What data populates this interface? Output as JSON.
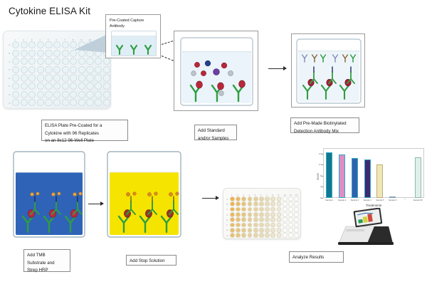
{
  "title": "Cytokine ELISA Kit",
  "captions": {
    "plate": "ELISA Plate  Pre-Coated for a\nCytokine with 96 Replicates\non an 8x12 96-Well Plate",
    "capture_antibody": "Pre-Coated Capture\nAntibody",
    "add_sample": "Add Standard\nand/or Samples",
    "detection_mix": "Add Pre-Made Biotinylated\nDetection Antibody Mix",
    "tmb": "Add TMB\nSubstrate and\nStrep HRP",
    "stop": "Add Stop Solution",
    "analyze": "Analyze Results"
  },
  "plate": {
    "rows": [
      "A",
      "B",
      "C",
      "D",
      "E",
      "F",
      "G",
      "H"
    ],
    "columns": [
      "1",
      "2",
      "3",
      "4",
      "5",
      "6",
      "7",
      "8",
      "9",
      "10",
      "11",
      "12"
    ]
  },
  "colors": {
    "well_fill": "#eaf4f7",
    "antibody_green": "#2f9e41",
    "analyte_red": "#b8283a",
    "analyte_blue": "#24408e",
    "analyte_purple": "#6b3fa0",
    "analyte_gray": "#bcc4c9",
    "tmb_blue": "#2f63b8",
    "stop_yellow": "#f5e400",
    "accent_teal": "#12788f"
  },
  "chart_data": {
    "type": "bar",
    "title": "",
    "xlabel": "Treatments",
    "ylabel": "OD450",
    "categories": [
      "Sample 1",
      "Sample 2",
      "Sample 3",
      "Sample 4",
      "Sample 5",
      "Sample 6",
      "...",
      "Sample 96"
    ],
    "values": [
      1.64,
      1.57,
      1.44,
      1.4,
      1.22,
      0.05,
      null,
      1.46
    ],
    "bar_colors": [
      "#12788f",
      "#dd8ec4",
      "#2f62ad",
      "#3d2a70",
      "#f0e7b8",
      "#ffffff",
      "",
      "#dff0ea"
    ],
    "yticks": [
      "0",
      ".4",
      ".8",
      "1.2",
      "1.6"
    ],
    "ylim": [
      0,
      1.8
    ],
    "grid": false,
    "legend": false
  }
}
